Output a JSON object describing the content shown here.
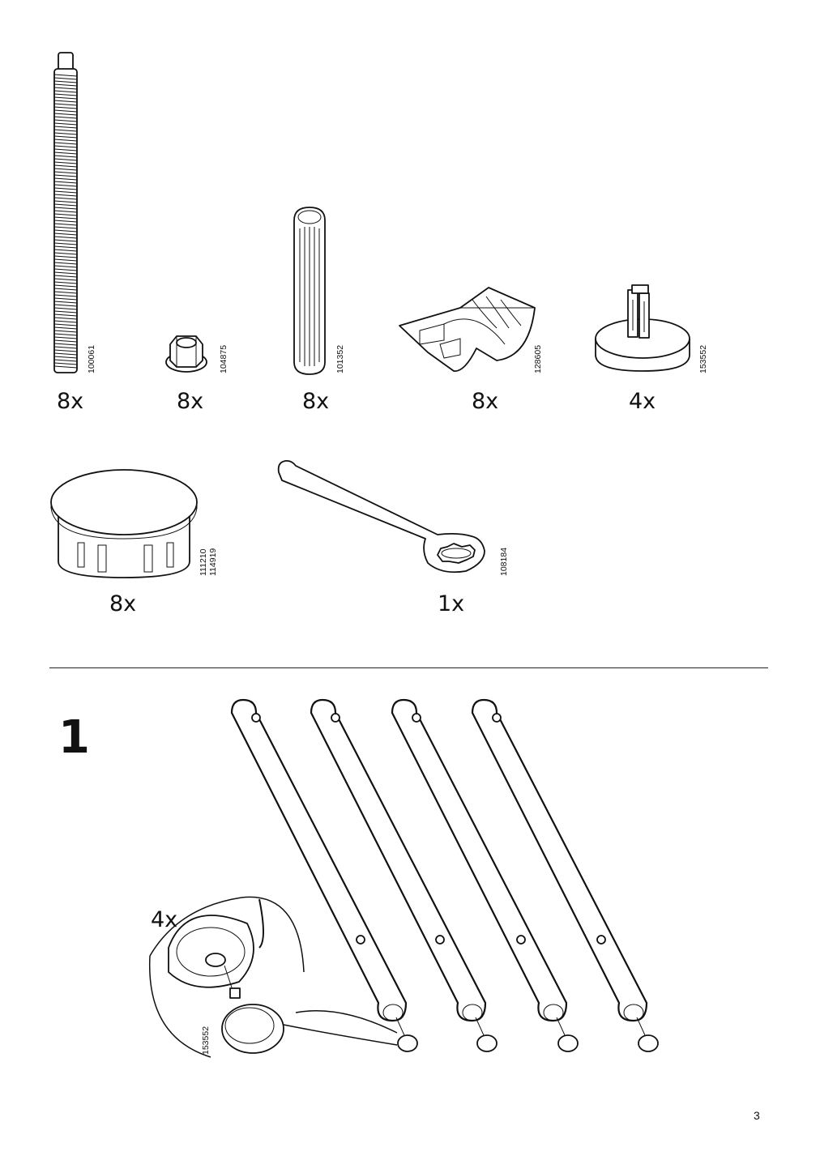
{
  "parts": [
    {
      "name": "threaded-rod",
      "qty": "8x",
      "code": "100061"
    },
    {
      "name": "flange-nut",
      "qty": "8x",
      "code": "104875"
    },
    {
      "name": "dowel",
      "qty": "8x",
      "code": "101352"
    },
    {
      "name": "bracket",
      "qty": "8x",
      "code": "128605"
    },
    {
      "name": "glide-foot",
      "qty": "4x",
      "code": "153552"
    },
    {
      "name": "cap",
      "qty": "8x",
      "codes": [
        "111210",
        "114919"
      ]
    },
    {
      "name": "wrench",
      "qty": "1x",
      "code": "108184"
    }
  ],
  "step": {
    "number": "1",
    "detail_qty": "4x",
    "detail_code": "153552"
  },
  "page_number": "3"
}
